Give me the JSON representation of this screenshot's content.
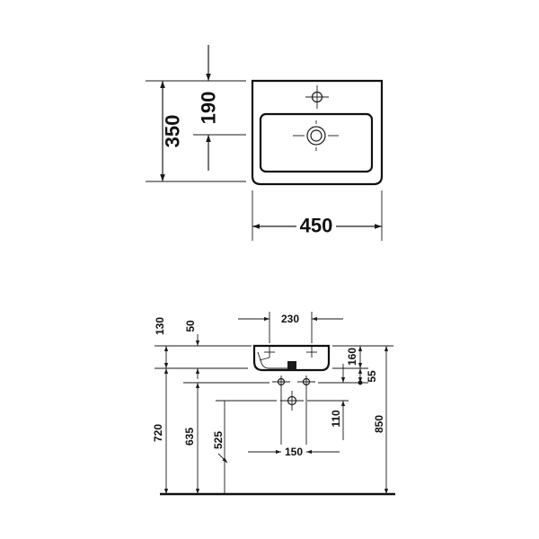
{
  "top_view": {
    "dim_width": "450",
    "dim_depth": "350",
    "dim_tap_offset": "190"
  },
  "front_view": {
    "dim_tap_spacing": "230",
    "dim_130": "130",
    "dim_50": "50",
    "dim_160": "160",
    "dim_55": "55",
    "dim_110": "110",
    "dim_720": "720",
    "dim_635": "635",
    "dim_525": "525",
    "dim_150": "150",
    "dim_850": "850"
  }
}
